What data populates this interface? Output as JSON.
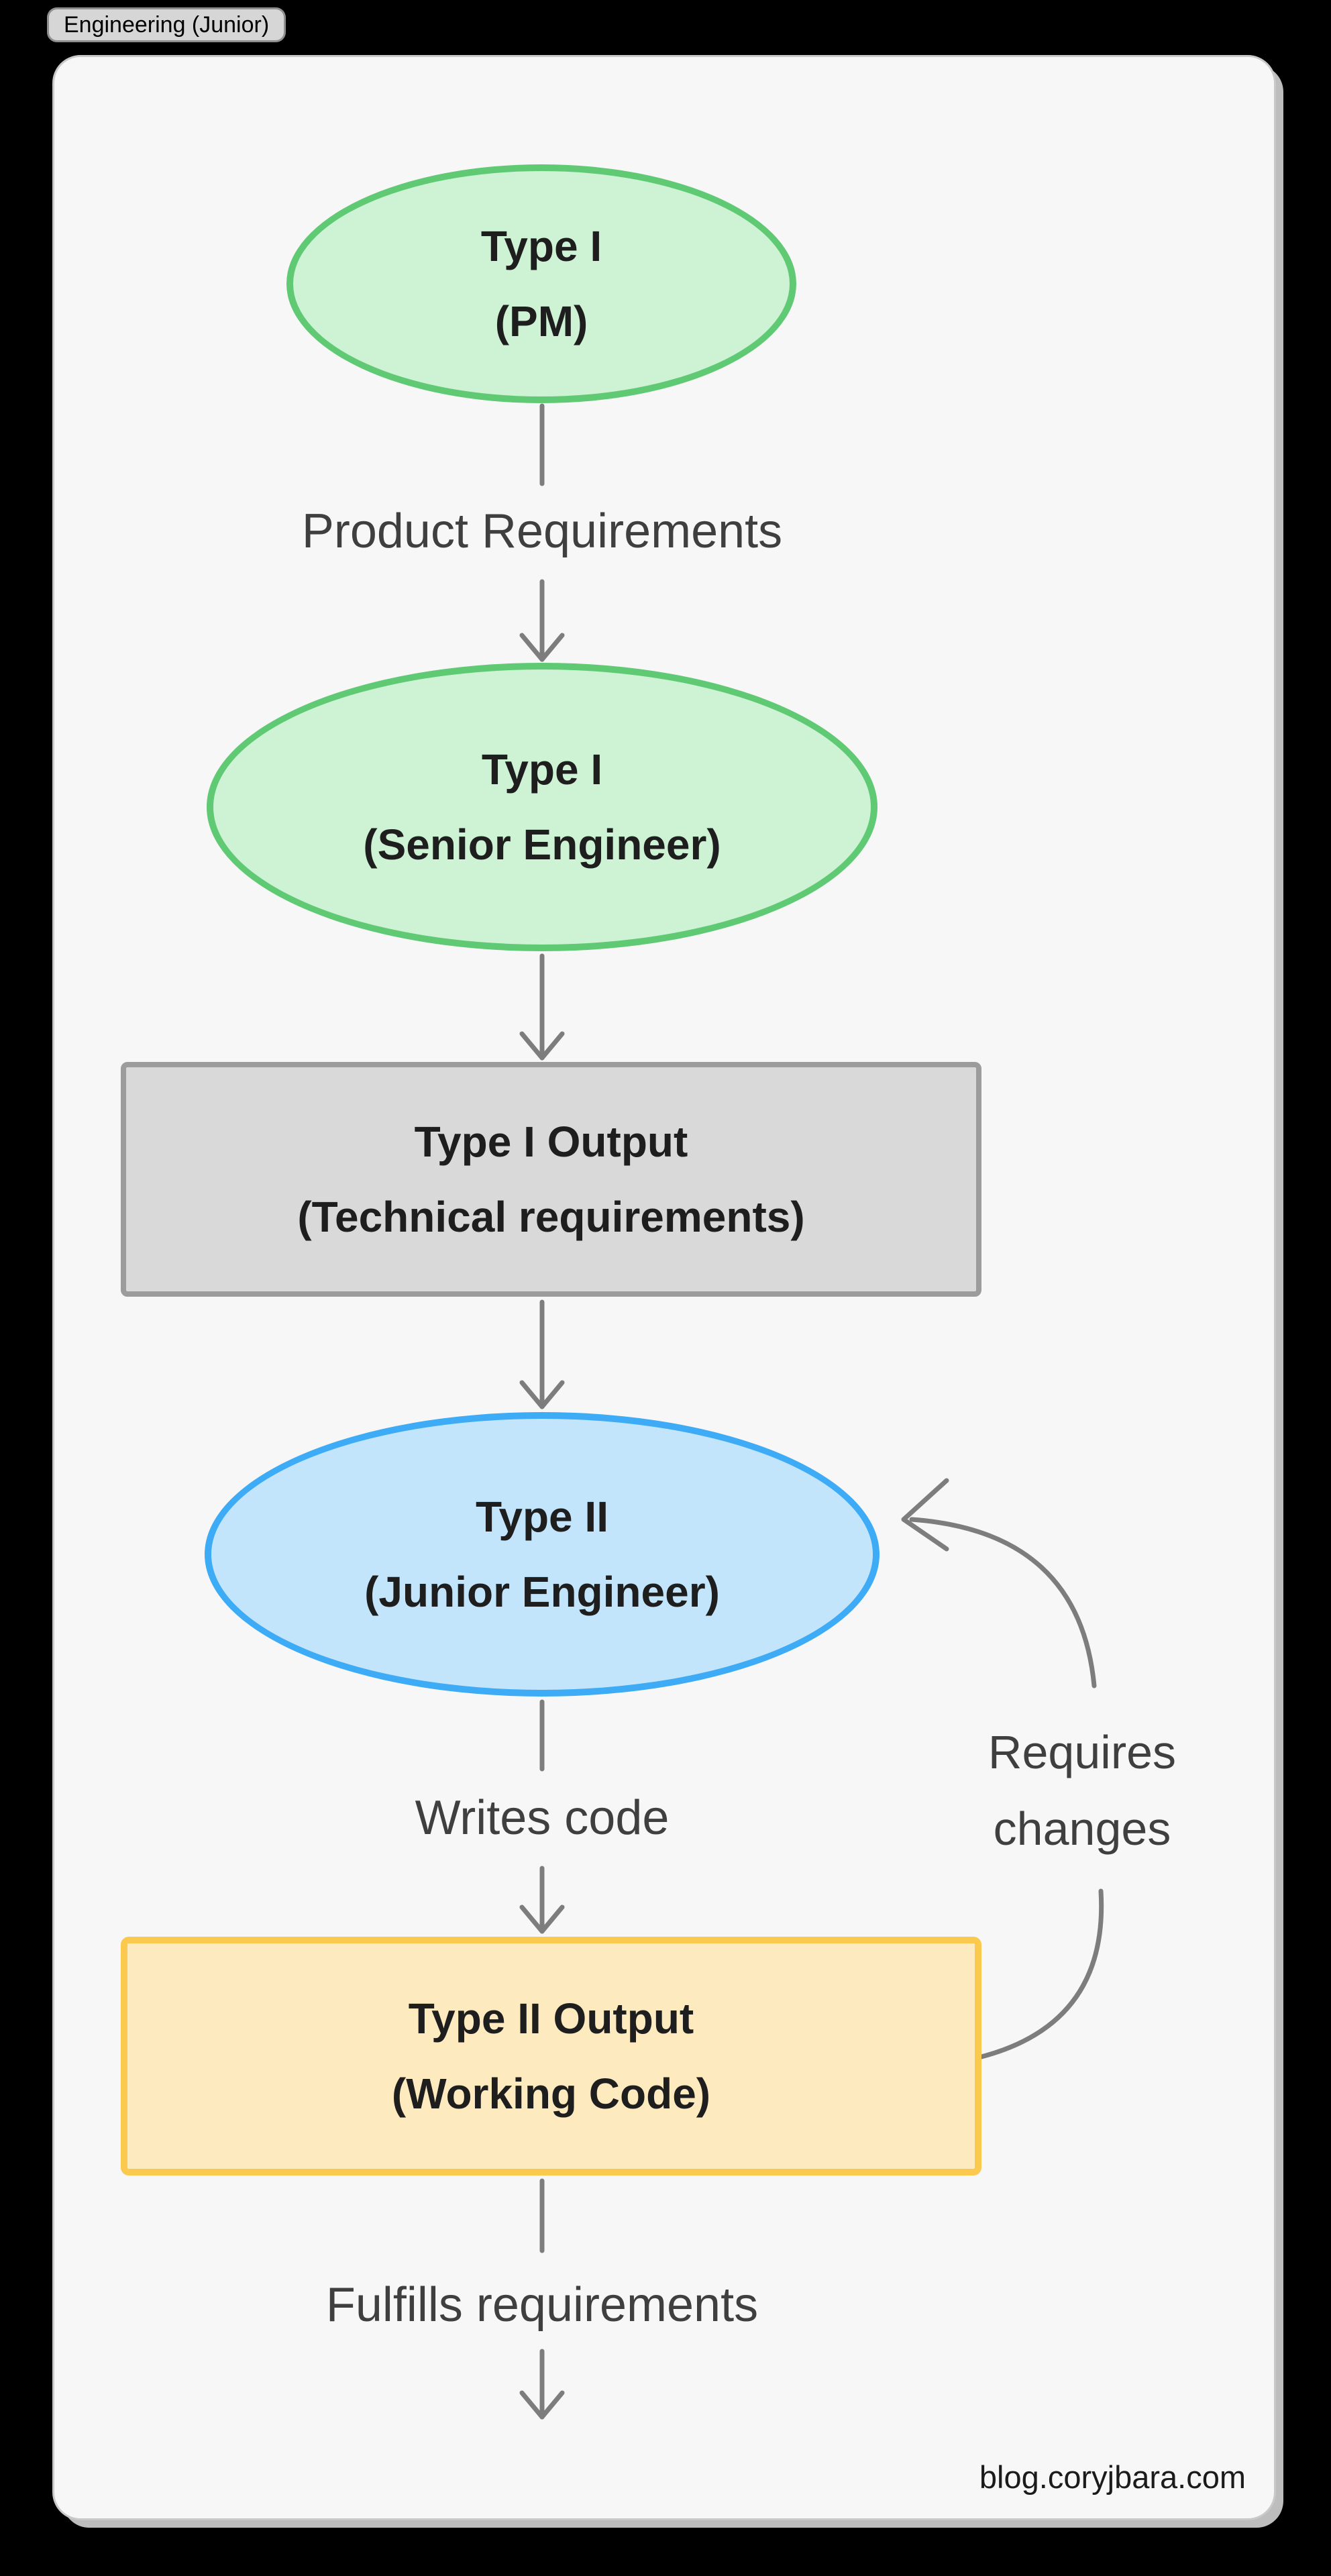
{
  "badge": {
    "label": "Engineering (Junior)"
  },
  "watermark": {
    "text": "blog.coryjbara.com"
  },
  "diagram": {
    "title_note": "flowchart of Type I / Type II engineering roles",
    "nodes": {
      "type1_pm": {
        "line1": "Type I",
        "line2": "(PM)"
      },
      "type1_senior": {
        "line1": "Type I",
        "line2": "(Senior Engineer)"
      },
      "type1_output": {
        "line1": "Type I Output",
        "line2": "(Technical requirements)"
      },
      "type2_junior": {
        "line1": "Type II",
        "line2": "(Junior Engineer)"
      },
      "type2_output": {
        "line1": "Type II Output",
        "line2": "(Working Code)"
      }
    },
    "edge_labels": {
      "product_requirements": "Product Requirements",
      "writes_code": "Writes code",
      "fulfills_requirements": "Fulfills requirements",
      "requires_changes": {
        "line1": "Requires",
        "line2": "changes"
      }
    },
    "colors": {
      "page_background": "#000000",
      "canvas_background": "#f7f7f7",
      "green_fill": "#cdf2d4",
      "green_stroke": "#5fca73",
      "blue_fill": "#c3e5fb",
      "blue_stroke": "#3dabf5",
      "gray_fill": "#d9d9d9",
      "gray_stroke": "#9c9c9c",
      "yellow_fill": "#fdeabf",
      "yellow_stroke": "#fcc94f",
      "arrow_stroke": "#7d7d7d",
      "node_text": "#1e1e1e",
      "edge_label_text": "#3f3f3f"
    }
  }
}
